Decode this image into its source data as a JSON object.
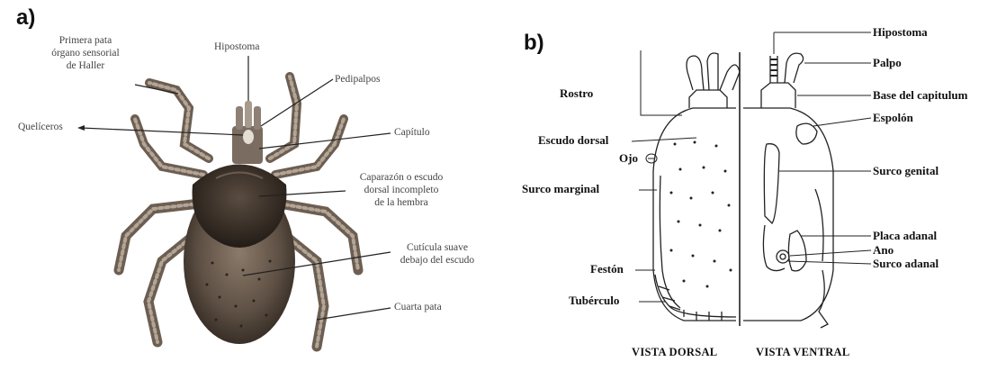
{
  "panel_a": {
    "panel_label": "a)",
    "labels": {
      "primera_pata": [
        "Primera pata",
        "órgano sensorial",
        "de Haller"
      ],
      "hipostoma": "Hipostoma",
      "pedipalpos": "Pedipalpos",
      "quelíceros": "Quelíceros",
      "capitulo": "Capítulo",
      "caparazon": [
        "Caparazón o escudo",
        "dorsal incompleto",
        "de la hembra"
      ],
      "cuticula": [
        "Cutícula suave",
        "debajo del escudo"
      ],
      "cuarta_pata": "Cuarta pata"
    }
  },
  "panel_b": {
    "panel_label": "b)",
    "labels_left": {
      "rostro": "Rostro",
      "escudo_dorsal": "Escudo dorsal",
      "ojo": "Ojo",
      "surco_marginal": "Surco marginal",
      "feston": "Festón",
      "tuberculo": "Tubérculo"
    },
    "labels_right": {
      "hipostoma": "Hipostoma",
      "palpo": "Palpo",
      "base_capitulum": "Base del capitulum",
      "espolon": "Espolón",
      "surco_genital": "Surco genital",
      "placa_adanal": "Placa adanal",
      "ano": "Ano",
      "surco_adanal": "Surco adanal"
    },
    "vista_dorsal": "VISTA DORSAL",
    "vista_ventral": "VISTA VENTRAL"
  }
}
